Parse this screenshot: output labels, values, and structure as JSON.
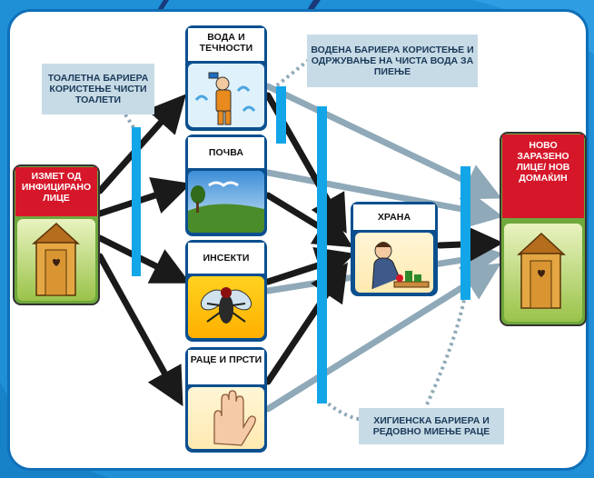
{
  "colors": {
    "background": "#1f8fd6",
    "panel": "#ffffff",
    "barrier": "#12a6e8",
    "arrow_black": "#1a1a1a",
    "arrow_grey": "#8fa9b8",
    "note_bg": "#c7dbe6",
    "source_red": "#d6172a",
    "card_blue": "#0b4f8f"
  },
  "source": {
    "label": "ИЗМЕТ ОД ИНФИЦИРАНО ЛИЦЕ",
    "icon": "outhouse-icon"
  },
  "target": {
    "label": "НОВО ЗАРАЗЕНО ЛИЦЕ/ НОВ ДОМАЌИН",
    "icon": "outhouse-icon"
  },
  "routes": [
    {
      "label": "ВОДА И ТЕЧНОСТИ",
      "icon": "water-drinking-person-icon"
    },
    {
      "label": "ПОЧВА",
      "icon": "landscape-icon"
    },
    {
      "label": "ИНСЕКТИ",
      "icon": "fly-icon"
    },
    {
      "label": "РАЦЕ И ПРСТИ",
      "icon": "hand-icon"
    }
  ],
  "food": {
    "label": "ХРАНА",
    "icon": "eating-child-icon"
  },
  "barriers": {
    "toilet": "ТОАЛЕТНА БАРИЕРА КОРИСТЕЊЕ ЧИСТИ ТОАЛЕТИ",
    "water": "ВОДЕНА БАРИЕРА КОРИСТЕЊЕ И ОДРЖУВАЊЕ НА ЧИСТА ВОДА ЗА ПИЕЊЕ",
    "hygiene": "ХИГИЕНСКА БАРИЕРА И РЕДОВНО МИЕЊЕ РАЦЕ"
  }
}
